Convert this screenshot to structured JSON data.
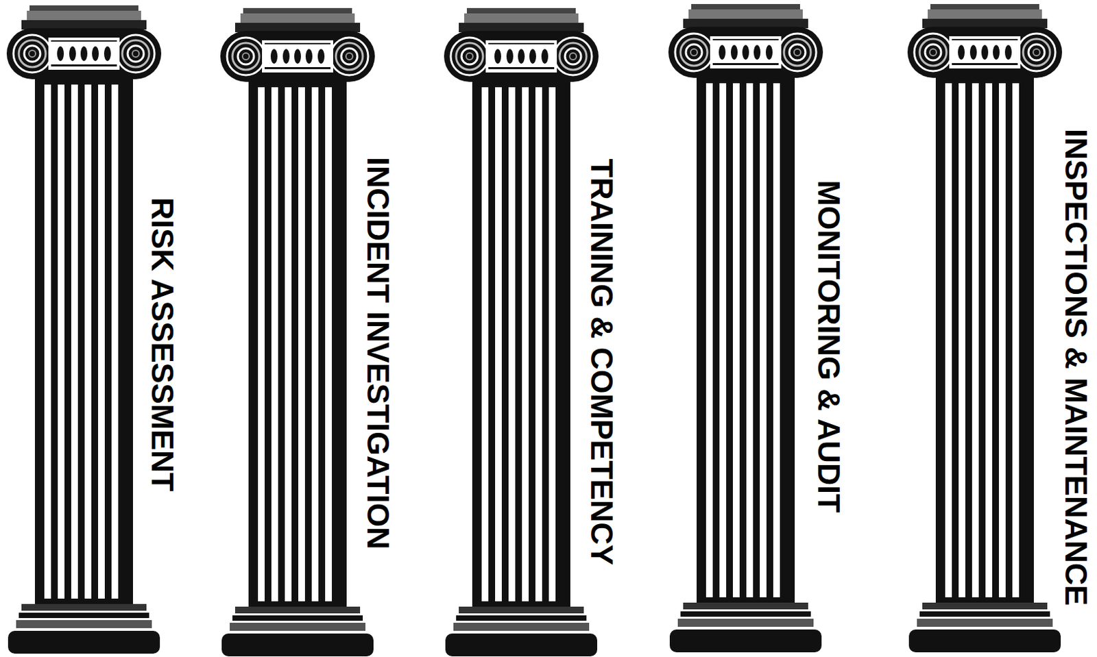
{
  "diagram": {
    "labels": [
      "RISK ASSESSMENT",
      "INCIDENT INVESTIGATION",
      "TRAINING & COMPETENCY",
      "MONITORING & AUDIT",
      "INSPECTIONS & MAINTENANCE"
    ]
  }
}
